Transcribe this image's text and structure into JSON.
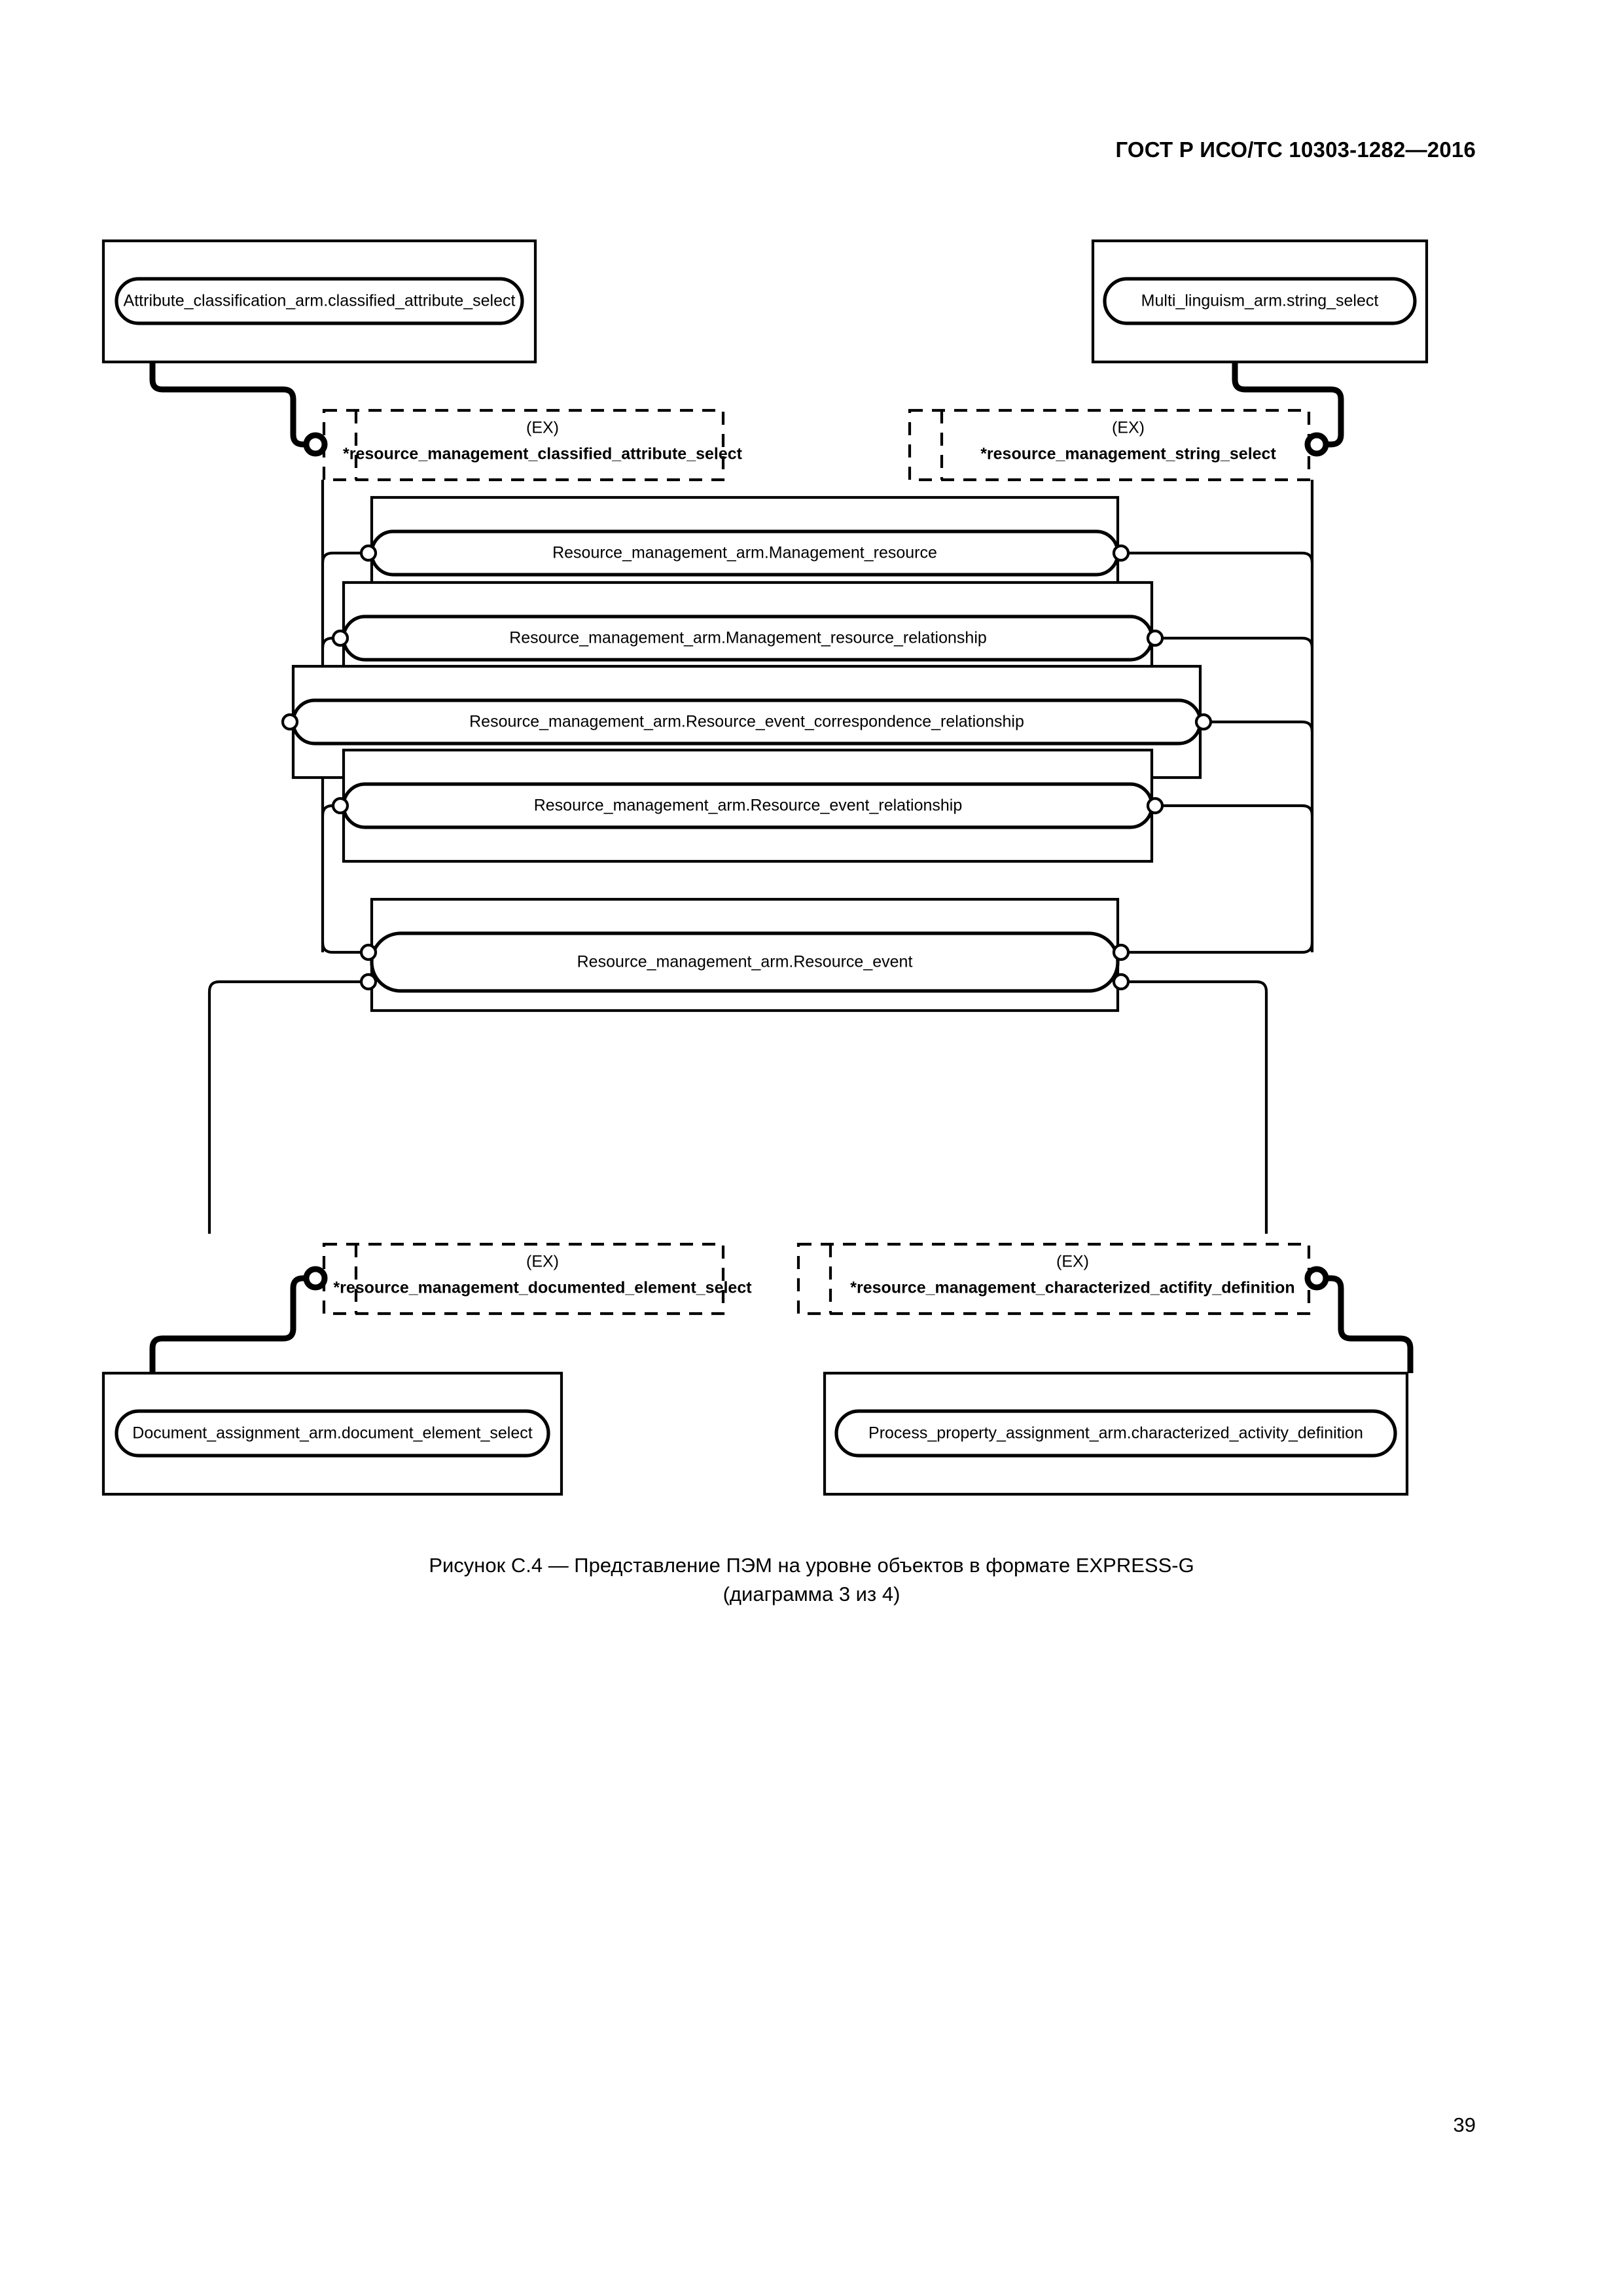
{
  "header": {
    "standard_id": "ГОСТ Р ИСО/ТС 10303-1282—2016"
  },
  "page": {
    "number": "39"
  },
  "caption": {
    "line1": "Рисунок С.4 — Представление ПЭМ на уровне объектов в формате EXPRESS-G",
    "line2": "(диаграмма 3 из 4)"
  },
  "diagram": {
    "type": "EXPRESS-G entity-level schema diagram",
    "notation_marker": "(EX)",
    "reference_prefix": "*",
    "top_schema_boxes": [
      {
        "id": "attribute-classification-arm",
        "label": "Attribute_classification_arm.classified_attribute_select"
      },
      {
        "id": "multi-linguism-arm",
        "label": "Multi_linguism_arm.string_select"
      }
    ],
    "interface_boxes_top": [
      {
        "id": "ex-classified-attribute-select",
        "marker": "(EX)",
        "label": "*resource_management_classified_attribute_select"
      },
      {
        "id": "ex-string-select",
        "marker": "(EX)",
        "label": "*resource_management_string_select"
      }
    ],
    "entities": [
      {
        "id": "management-resource",
        "label": "Resource_management_arm.Management_resource"
      },
      {
        "id": "management-resource-relationship",
        "label": "Resource_management_arm.Management_resource_relationship"
      },
      {
        "id": "resource-event-correspondence-relationship",
        "label": "Resource_management_arm.Resource_event_correspondence_relationship"
      },
      {
        "id": "resource-event-relationship",
        "label": "Resource_management_arm.Resource_event_relationship"
      },
      {
        "id": "resource-event",
        "label": "Resource_management_arm.Resource_event"
      }
    ],
    "interface_boxes_bottom": [
      {
        "id": "ex-documented-element-select",
        "marker": "(EX)",
        "label": "*resource_management_documented_element_select"
      },
      {
        "id": "ex-characterized-actifity-definition",
        "marker": "(EX)",
        "label": "*resource_management_characterized_actifity_definition"
      }
    ],
    "bottom_schema_boxes": [
      {
        "id": "document-assignment-arm",
        "label": "Document_assignment_arm.document_element_select"
      },
      {
        "id": "process-property-assignment-arm",
        "label": "Process_property_assignment_arm.characterized_activity_definition"
      }
    ]
  }
}
